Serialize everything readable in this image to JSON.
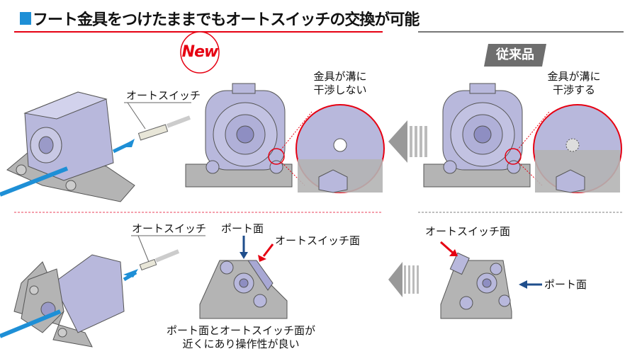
{
  "title": "フート金具をつけたままでもオートスイッチの交換が可能",
  "new_badge": "New",
  "old_badge": "従来品",
  "top_new": {
    "switch_label": "オートスイッチ",
    "callout_line1": "金具が溝に",
    "callout_line2": "干渉しない"
  },
  "top_old": {
    "callout_line1": "金具が溝に",
    "callout_line2": "干渉する"
  },
  "bottom_new": {
    "switch_label": "オートスイッチ",
    "port_face": "ポート面",
    "switch_face": "オートスイッチ面",
    "caption_line1": "ポート面とオートスイッチ面が",
    "caption_line2": "近くにあり操作性が良い"
  },
  "bottom_old": {
    "switch_face": "オートスイッチ面",
    "port_face": "ポート面"
  },
  "colors": {
    "accent_red": "#e60012",
    "accent_blue": "#1e8fd6",
    "port_arrow": "#1f4e8c",
    "cylinder": "#b8b8dc",
    "bracket": "#b4b4b4",
    "old_gray": "#6e6e6e"
  }
}
